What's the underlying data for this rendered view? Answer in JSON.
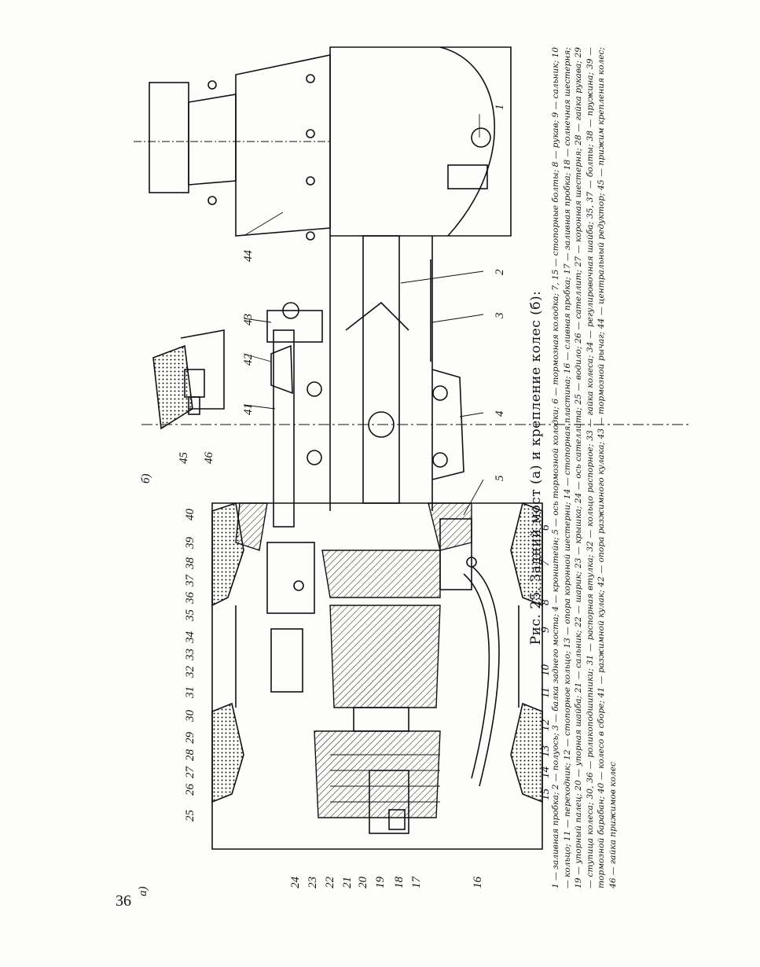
{
  "page_number": "36",
  "figure_labels": {
    "a": "а)",
    "b": "б)"
  },
  "caption": {
    "title": "Рис. 25. Задний мост (а) и крепление колес (б):",
    "body": "1 — заливная пробка; 2 — полуось; 3 — балка заднего моста; 4 — кронштейн; 5 — ось тормозной колодки; 6 — тормозная колодка; 7, 15 — стопорные болты; 8 — рукав; 9 — сальник; 10 — кольцо; 11 — переходник; 12 — стопорное кольцо; 13 — опора коронной шестерни; 14 — стопорная пластина; 16 — сливная пробка; 17 — заливная пробка; 18 — солнечная шестерня; 19 — упорный палец; 20 — упорная шайба; 21 — сальник; 22 — шарик; 23 — крышка; 24 — ось сателлита; 25 — водило; 26 — сателлит; 27 — коронная шестерня; 28 — гайка рукава; 29 — ступица колеса; 30, 36 — роликоподшипники; 31 — распорная втулка; 32 — кольцо распорное; 33 — гайка колеса; 34 — регулировочная шайба; 35, 37 — болты; 38 — пружина; 39 — тормозной барабан; 40 — колесо в сборе; 41 — разжимной кулак; 42 — опора разжимного кулака; 43 — тормозной рычаг; 44 — центральный редуктор; 45 — прижим крепления колес; 46 — гайка прижимов колес"
  },
  "callouts_left": [
    "25",
    "26",
    "27",
    "28",
    "29",
    "30",
    "31",
    "32",
    "33",
    "34",
    "35",
    "36",
    "37",
    "38",
    "39",
    "40"
  ],
  "callouts_right": [
    "1",
    "2",
    "3",
    "4",
    "5",
    "6",
    "7",
    "8",
    "9",
    "10",
    "11",
    "12",
    "13",
    "14",
    "15"
  ],
  "callouts_bottom": [
    "24",
    "23",
    "22",
    "21",
    "20",
    "19",
    "18",
    "17",
    "16"
  ],
  "callouts_top": [
    "41",
    "42",
    "43",
    "44"
  ],
  "callouts_detail_b": [
    "45",
    "46"
  ]
}
